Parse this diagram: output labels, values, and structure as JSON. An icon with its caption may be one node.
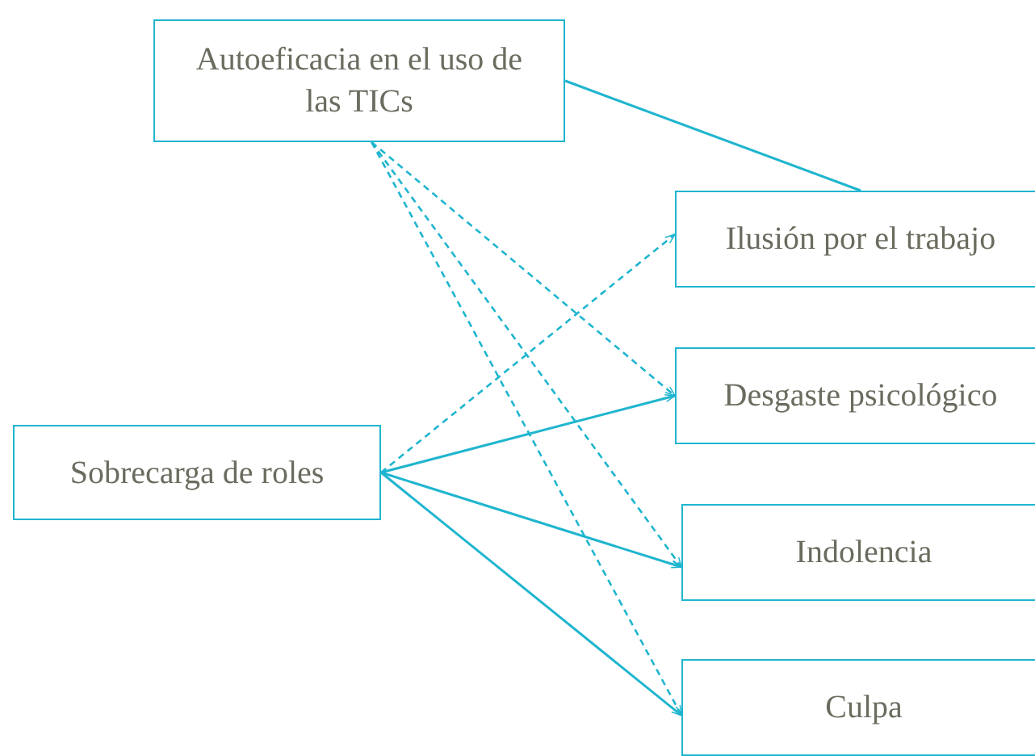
{
  "diagram": {
    "nodes": [
      {
        "text": [
          "Autoeficacia en el uso de las TICs"
        ]
      },
      {
        "text": [
          "Ilusión por el trabajo"
        ]
      },
      {
        "text": [
          "Desgaste psicológico"
        ]
      },
      {
        "text": [
          "Sobrecarga de roles"
        ]
      },
      {
        "text": [
          "Indolencia"
        ]
      },
      {
        "text": [
          "Culpa"
        ]
      }
    ],
    "edges": [
      {
        "from": 0,
        "to": 1,
        "arrow": "none"
      },
      {
        "from": 0,
        "to": 2,
        "arrow": "to",
        "style": "dashed"
      },
      {
        "from": 0,
        "to": 4,
        "arrow": "to",
        "style": "dashed"
      },
      {
        "from": 0,
        "to": 5,
        "arrow": "to",
        "style": "dashed"
      },
      {
        "from": 3,
        "to": 1,
        "arrow": "to",
        "style": "dashed"
      },
      {
        "from": 3,
        "to": 2,
        "arrow": "to"
      },
      {
        "from": 3,
        "to": 4,
        "arrow": "to"
      },
      {
        "from": 3,
        "to": 5,
        "arrow": "to"
      }
    ]
  }
}
